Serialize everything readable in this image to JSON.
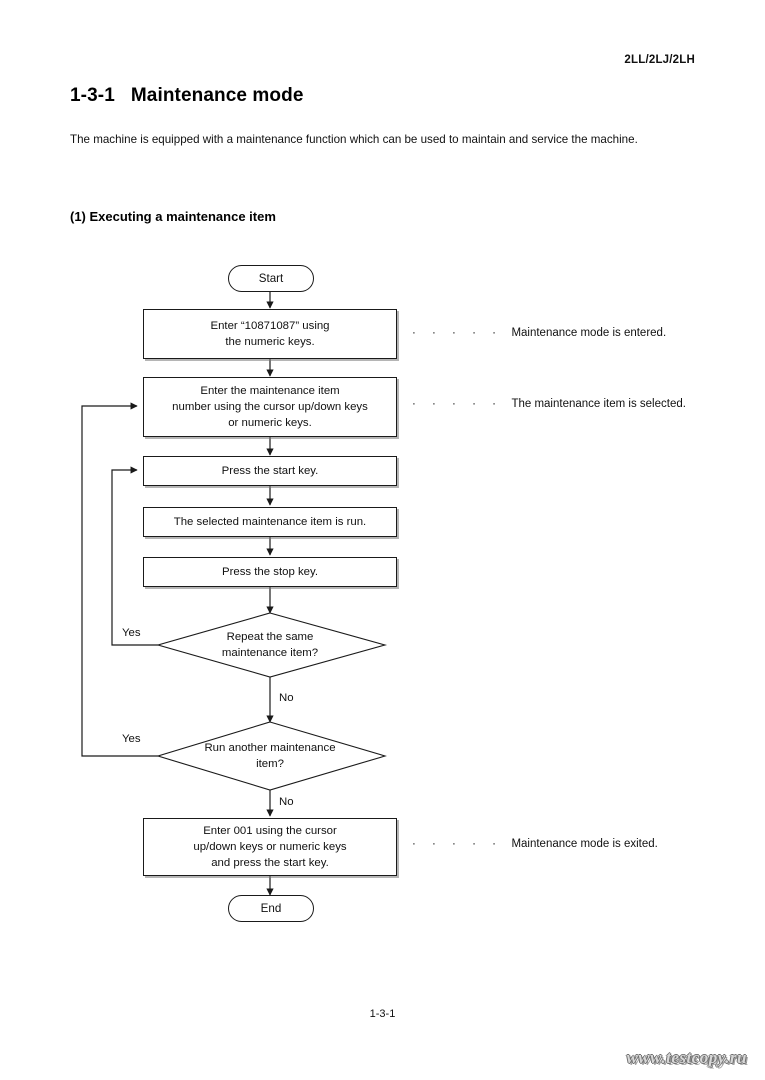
{
  "header": {
    "doc_code": "2LL/2LJ/2LH"
  },
  "title": {
    "number": "1-3-1",
    "text": "Maintenance mode"
  },
  "intro": "The machine is equipped with a maintenance function which can be used to maintain and service the machine.",
  "subsection": "(1) Executing a maintenance item",
  "flowchart": {
    "type": "flowchart",
    "nodes": [
      {
        "id": "start",
        "shape": "terminator",
        "label": "Start"
      },
      {
        "id": "p1",
        "shape": "process",
        "label": "Enter “10871087” using\nthe numeric keys."
      },
      {
        "id": "p2",
        "shape": "process",
        "label": "Enter the maintenance item\nnumber using the cursor up/down keys\nor numeric keys."
      },
      {
        "id": "p3",
        "shape": "process",
        "label": "Press the start key."
      },
      {
        "id": "p4",
        "shape": "process",
        "label": "The selected maintenance item is run."
      },
      {
        "id": "p5",
        "shape": "process",
        "label": "Press the stop key."
      },
      {
        "id": "d1",
        "shape": "decision",
        "label": "Repeat the same\nmaintenance item?"
      },
      {
        "id": "d2",
        "shape": "decision",
        "label": "Run another maintenance\nitem?"
      },
      {
        "id": "p6",
        "shape": "process",
        "label": "Enter 001 using the cursor\nup/down keys or numeric keys\nand press the start key."
      },
      {
        "id": "end",
        "shape": "terminator",
        "label": "End"
      }
    ],
    "edge_labels": {
      "d1_yes": "Yes",
      "d1_no": "No",
      "d2_yes": "Yes",
      "d2_no": "No"
    },
    "annotations": [
      {
        "dots": "· · · · ·",
        "text": "Maintenance mode is entered."
      },
      {
        "dots": "· · · · ·",
        "text": "The maintenance item is selected."
      },
      {
        "dots": "· · · · ·",
        "text": "Maintenance mode is exited."
      }
    ]
  },
  "footer": {
    "page_number": "1-3-1",
    "watermark": "www.testcopy.ru"
  }
}
